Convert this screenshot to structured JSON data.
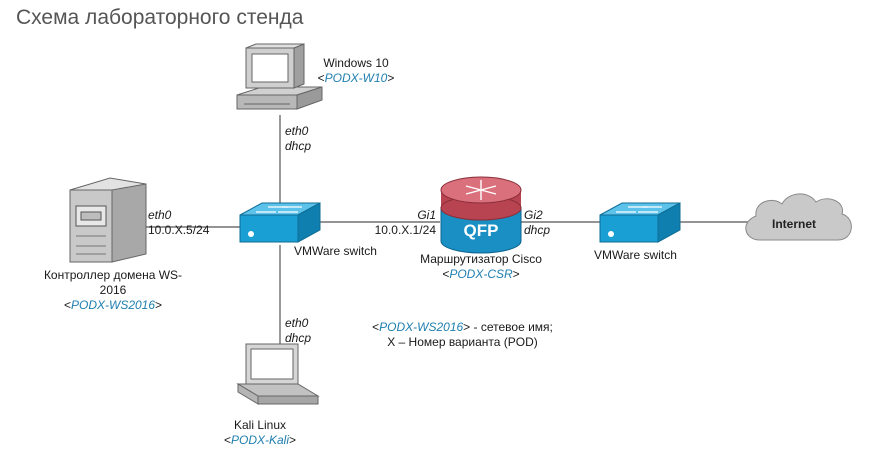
{
  "title": "Схема лабораторного стенда",
  "nodes": {
    "win10": {
      "name": "Windows 10",
      "host": "PODX-W10",
      "port": "eth0",
      "ip": "dhcp"
    },
    "dc": {
      "name_line1": "Контроллер домена WS-",
      "name_line2": "2016",
      "host": "PODX-WS2016",
      "port": "eth0",
      "ip": "10.0.X.5/24"
    },
    "switch1": {
      "name": "VMWare switch"
    },
    "kali": {
      "name": "Kali Linux",
      "host": "PODX-Kali",
      "port": "eth0",
      "ip": "dhcp"
    },
    "router": {
      "name": "Маршрутизатор Cisco",
      "host": "PODX-CSR",
      "icon_text": "QFP",
      "gi1_port": "Gi1",
      "gi1_ip": "10.0.X.1/24",
      "gi2_port": "Gi2",
      "gi2_ip": "dhcp"
    },
    "switch2": {
      "name": "VMWare switch"
    },
    "internet": {
      "name": "Internet"
    }
  },
  "legend": {
    "host": "PODX-WS2016",
    "host_desc": " -  сетевое имя;",
    "line2": "X – Номер варианта (POD)"
  },
  "colors": {
    "link": "#1f7fb0",
    "switch": "#1a9fd4",
    "router_top": "#c8505d",
    "router_bottom": "#1a8fc4",
    "cloud": "#c8c8c8"
  }
}
